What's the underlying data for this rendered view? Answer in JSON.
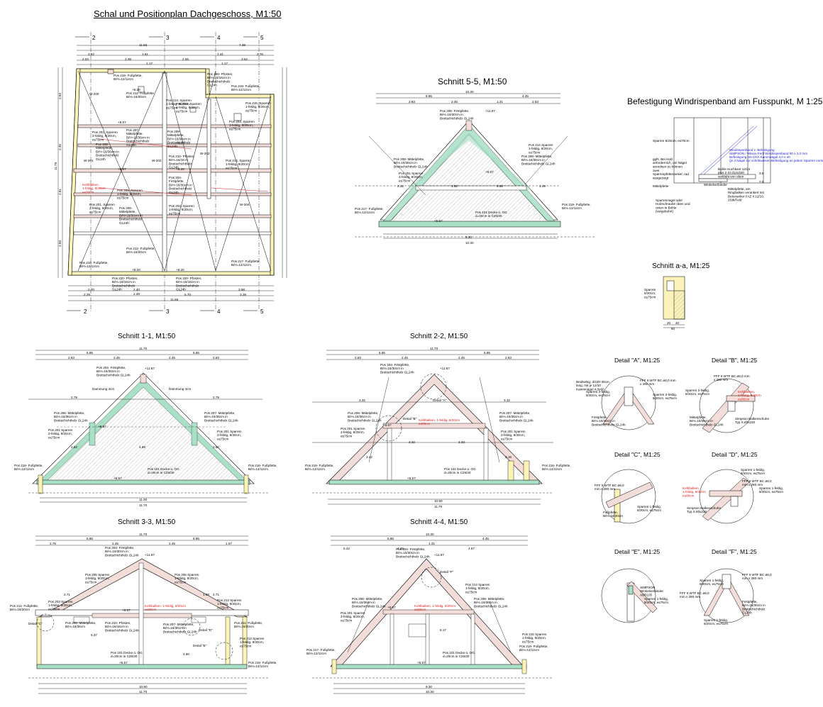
{
  "titles": {
    "plan": "Schal und Positionplan Dachgeschoss, M1:50",
    "s55": "Schnitt 5-5, M1:50",
    "befestigung": "Befestigung Windrispenband am Fusspunkt,  M 1:25",
    "saa": "Schnitt a-a, M1:25",
    "s11": "Schnitt 1-1, M1:50",
    "s22": "Schnitt 2-2, M1:50",
    "s33": "Schnitt 3-3, M1:50",
    "s44": "Schnitt 4-4, M1:50",
    "dA": "Detail \"A\", M1:25",
    "dB": "Detail \"B\", M1:25",
    "dC": "Detail \"C\", M1:25",
    "dD": "Detail \"D\", M1:25",
    "dE": "Detail \"E\", M1:25",
    "dF": "Detail \"F\", M1:25"
  },
  "axes": {
    "a2": "2",
    "a3": "3",
    "a4": "4",
    "a5": "5"
  },
  "plan": {
    "dims_top": [
      "11.66",
      "7.38",
      "3.92",
      "1.61",
      "1.41",
      "3.76",
      "2.03",
      "2.38",
      "2.55",
      "3.62",
      "1.17",
      "1.17"
    ],
    "dims_bottom": [
      "2.70",
      "2.40",
      "3.98",
      "2.48",
      "2.29",
      "5.70",
      "3.28",
      "11.66"
    ],
    "dims_left": [
      "2.63",
      "2.45",
      "11.79",
      "2.61",
      "2.83"
    ],
    "wall_tags": [
      "W-200",
      "W-201",
      "W-202",
      "W-203",
      "W-204"
    ],
    "positions": [
      "Pos 219- Fußpfette, B/H=12/12cm",
      "Pos 220- Pfosten, B/H=16/16cm in Brettschichtholz GL24h",
      "Pos 219- Fußpfette, B/H=12/12cm",
      "Pos 211- Fußpfette, B/H=16/20cm",
      "Pos 202, Sparren 1-feldig, 8/20cm, e≤75cm",
      "Pos 213, Sparren 1-feldig, 8/20cm, e≤75cm",
      "Pos 215, Sparren 1-feldig, 8/20cm, e≤75cm",
      "Pos 201, Sparren 2-feldig, 8/20cm, e≤75cm",
      "Pos 207- Mittelpfette, B/H=16/36cm in Brettschichtholz GL24h",
      "Pos 209- Mittelpfette, B/H=16/36cm in Brettschichtholz GL24h",
      "Pos 203, Sparren 1-feldig, 8/20cm, e≤75cm",
      "Pos 208- Mittelpfette, B/H=16/36cm in Brettschichtholz GL24h",
      "Pos 210- Pfosten, B/H=16/16 m Brettschichtholz GL24h",
      "Pos 214, Sparren 1-feldig, 8/20cm, e≤75cm",
      "Kehlbalken, 1-feldig, 8/20cm e≤80cm",
      "Pos 205, Sparren 1-feldig, 8/20cm, e≤75cm",
      "Pos 204- Firstpfette, B/H=16/30cm in Brettschichtholz GL24h",
      "Pos 201, Sparren 2-feldig, 8/20cm, e≤75cm",
      "Pos 206- Mittelpfette, B/H=16/30cm in Brettschichtholz GL24h",
      "Pos 203, Sparren 1-feldig, 8/20cm, e≤75cm",
      "Pos 212- Fußpfette, B/H=16/20cm",
      "Pos 217- Fußpfette, B/H=12/12cm",
      "Pos 216- Fußpfette, B/H=12/12cm",
      "Pos 220- Pfosten, B/H=16/16cm in Brettschichtholz GL24h",
      "Pos 220- Pfosten, B/H=16/16cm in Brettschichtholz GL24h"
    ],
    "levels": [
      "+8.20",
      "+8.57",
      "+8.20",
      "+8.57",
      "+8.20",
      "+8.20",
      "+8.20"
    ]
  },
  "s55": {
    "dims": [
      "10.30",
      "5.85",
      "4.45",
      "2.83",
      "2.45",
      "1.31",
      "2.53",
      "9.30",
      "10.30",
      "2.32",
      "1.52",
      "2.82",
      "1.49"
    ],
    "labels": [
      "Pos 206- Firstpfette, B/H=16/30cm in Brettschichtholz GL24h",
      "Pos 208- Mittelpfette, B/H=16/36cm in Brettschichtholz GL24h",
      "Pos 201 Sparren 2-feldig, 8/20cm, e≤75cm",
      "Pos 214 Sparren 1-feldig, 8/20cm, e≤75cm",
      "Pos 208- Mittelpfette, B/H=16/36cm in Brettschichtholz GL24h",
      "Pos 217- Fußpfette, B/H=12/12cm",
      "Pos 219- Fußpfette, B/H=12/12cm",
      "Pos 101 Decke ü. OG d=20cm in C25/30"
    ],
    "levels": [
      "+11.67",
      "+8.57",
      "+5.57"
    ]
  },
  "befestigung": {
    "labels": [
      "Sparren 8/24cm, e≤75cm",
      "ggfs. Bei Holz anfordernich, um Nägel anordnen zu können",
      "zwei Sparrenpfettenanker, rad ausgezeigt",
      "Mittelpfette",
      "Winkelverbinder",
      "Sparrennagel oder Holzschraube oben und unten in Bohle (vorgebohrt)",
      "Bohle Hochkant 12/24 plus 2 St d12x340 verklebt von oben",
      "Mittelpfette, am Ringbalken verankert mit Betonanker FAZ II 12/10, 2Stk/Feld"
    ],
    "blue_labels": [
      "Windrispenband z. Befestigung",
      "SIMPSON / Wkxxx Fertl Windrispenband 60 x 2,0 mm",
      "Befestigung mit CNA Kammnägel 4,0 x 40",
      "(je 3 Nägel zur schrittweisen Befestigung an jedem Sparren vorsehen)"
    ],
    "dims": [
      "3.8",
      "7.5"
    ]
  },
  "saa": {
    "labels": [
      "Sparren 8/20cm, e≤75cm"
    ],
    "dims": [
      "20",
      "40",
      "60"
    ]
  },
  "s11": {
    "dims": [
      "11.70",
      "5.85",
      "5.85",
      "2.83",
      "2.45",
      "2.45",
      "2.83",
      "2.79",
      "2.79",
      "4.68",
      "2.82",
      "2.82",
      "11.30",
      "11.70"
    ],
    "labels": [
      "Pos 204- Firstpfette, B/H=16/30cm in Brettschichtholz GL24h",
      "Dammung 4cm",
      "Dammung 4cm",
      "Pos 206- Mittelpfette, B/H=16/36cm in Brettschichtholz GL24h",
      "Pos 207- Mittelpfette, B/H=16/36cm in Brettschichtholz GL24h",
      "Pos 201 Sparren 2-feldig, 8/20cm, e≤75cm",
      "Pos 201 Sparren 2-feldig, 8/20cm, e≤75cm",
      "Pos 218- Fußpfette, B/H=12/12cm",
      "Pos 216- Fußpfette, B/H=12/12cm",
      "Pos 101 Decke ü. OG d=20cm in C25/30"
    ],
    "levels": [
      "+11.67",
      "+8.57",
      "+5.57"
    ]
  },
  "s22": {
    "dims": [
      "11.70",
      "5.85",
      "5.85",
      "2.83",
      "2.45",
      "2.45",
      "2.83",
      "3.32",
      "3.32",
      "2.32",
      "2.33",
      "2.22",
      "3.16",
      "10.90",
      "11.70"
    ],
    "labels": [
      "Pos 204- Firstpfette, B/H=16/30cm in Brettschichtholz GL24h",
      "Detail \"A\"",
      "Pos 206- Mittelpfette, B/H=16/36cm in Brettschichtholz GL24h",
      "Pos 207- Mittelpfette, B/H=16/36cm in Brettschichtholz GL24h",
      "Detail \"B\"",
      "Pos 201 Sparren 2-feldig, 8/20cm, e≤75cm",
      "Pos 201 Sparren 2-feldig, 8/20cm, e≤75cm",
      "Pos 218- Fußpfette, B/H=12/12cm",
      "Pos 216- Fußpfette, B/H=12/12cm",
      "Pos 101 Decke ü. OG d=20cm in C25/30"
    ],
    "red_labels": [
      "Kehlbalken, 1-feldig, 8/20cm e≤80cm"
    ],
    "levels": [
      "+11.67",
      "+8.57",
      "+5.57"
    ]
  },
  "s33": {
    "dims": [
      "11.70",
      "5.85",
      "5.85",
      "2.76",
      "2.45",
      "2.45",
      "1.67",
      "2.71",
      "2.71",
      "1.88",
      "5.37",
      "4.80",
      "10.90",
      "11.70"
    ],
    "labels": [
      "Pos 204- Firstpfette, B/H=16/30cm in Brettschichtholz GL24h",
      "Pos 205 Sparren 1-feldig, 8/20cm, e≤75cm",
      "Pos 205 Sparren 1-feldig, 8/20cm, e≤75cm",
      "Pos 211- Fußpfette, B/H=16/20cm",
      "Pos 203 Sparren 1-feldig, 8/20cm, e≤75cm",
      "Pos 213 Sparren 1-feldig, 8/20cm, e≤75cm",
      "Detail \"C\"",
      "Pos 206- Mittelpfette, B/H=16/36cm",
      "Pos 210- Pfosten, B/H=16/16cm in Brettschichtholz GL24h",
      "Pos 207- Mittelpfette, B/H=16/36cm in Brettschichtholz GL24h",
      "Pos 211- Fußpfette, B/H=16/20cm",
      "Detail \"D\"",
      "Detail \"E\"",
      "Pos 212 Sparren 1-feldig, 8/20cm, e≤75cm",
      "Pos 218- Fußpfette, B/H=12/12cm",
      "Pos 101 Decke ü. OG d=20cm in C25/30"
    ],
    "red_labels": [
      "Kehlbalken, 1-feldig, 8/20cm e≤80cm"
    ],
    "levels": [
      "+11.67",
      "+8.57",
      "+5.57"
    ]
  },
  "s44": {
    "dims": [
      "10.30",
      "5.85",
      "4.45",
      "5.42",
      "2.45",
      "1.31",
      "4.87",
      "9.30",
      "10.30",
      "6.17"
    ],
    "labels": [
      "Pos 204- Firstpfette, B/H=16/30cm in Brettschichtholz GL24h",
      "Detail \"F\"",
      "Pos 214 Sparren 1-feldig, 8/20cm, e≤75cm",
      "Pos 206- Mittelpfette, B/H=16/36cm in Brettschichtholz GL24h",
      "Pos 208- Mittelpfette, B/H=16/36cm in Brettschichtholz GL24h",
      "Pos 201 Sparren 2-feldig, 8/20cm, e≤75cm",
      "Pos 215 Sparren 1-feldig, 8/20cm, e≤75cm",
      "Pos 217- Fußpfette, B/H=12/12cm",
      "Pos 219- Fußpfette, B/H=12/12cm",
      "Pos 101 Decke ü. OG d=20cm in C25/30"
    ],
    "red_labels": [
      "Kehlbalken, 1-feldig, 8/20cm e≤80cm"
    ],
    "levels": [
      "+11.67",
      "+8.57",
      "+5.57"
    ]
  },
  "details": {
    "A": [
      "Beidseitig: d/220-30cm lang, mit je 12/10 Kammnägel 4,0x60",
      "Sparren 2-feldig, 8/20cm, e≤75cm",
      "Sparren 2-feldig, 8/20cm, e≤75cm",
      "FFF II WTF BC ø8,0 mm x 280 mm",
      "Firstpfette, B/H=16/30cm in Brettschichtholz GL24h"
    ],
    "B": [
      "FFF II WTF BC ø8,0 mm x 280 mm",
      "Sparren 2-feldig, 8/20cm, e≤75cm",
      "Mittelpfette, B/H=16/36cm in Brettschichtholz GL24h",
      "Simpson Balkenschuhe Typ S 80x220"
    ],
    "B_red": [
      "Kehlbalken, 1-feldig, 8/20cm e≤80cm"
    ],
    "C": [
      "FFF II WTF BC ø8,0 mm x 280 mm",
      "Fußpfette, B/H=16/20cm",
      "Sparren 1-feldig, 8/20cm, e≤75cm"
    ],
    "D": [
      "Sparren 1-feldig, 8/20cm, e≤75cm",
      "FFF II WTF BC ø8,0 mm x 280 mm",
      "Sparren 1-feldig, 8/20cm, e≤75cm",
      "Simpson Balkenschuhe Typ S 80x220"
    ],
    "D_red": [
      "Kehlbalken, 1-feldig, 8/20cm e≤80cm"
    ],
    "E": [
      "SIMPSON Winkelverbinder ABR105",
      "Sparren 1-feldig, 8/20cm, e≤75cm"
    ],
    "F": [
      "FFF II WTF BC ø8,0 mm x 280 mm",
      "Sparren 1-feldig, 8/20cm, e≤75cm",
      "FFF II WTF BC ø8,0 mm x 280 mm",
      "Firstpfette, B/H=16/30cm in Brettschichtholz GL24h",
      "Sparren 1-feldig, 8/20cm, e≤75cm"
    ]
  },
  "colors": {
    "wall": "#fbf3b8",
    "slab": "#a9e0c6",
    "rafter": "#f3ddd8",
    "line": "#000000",
    "red": "#dd2222",
    "blue": "#2222dd",
    "hatch": "#9a9a9a"
  }
}
